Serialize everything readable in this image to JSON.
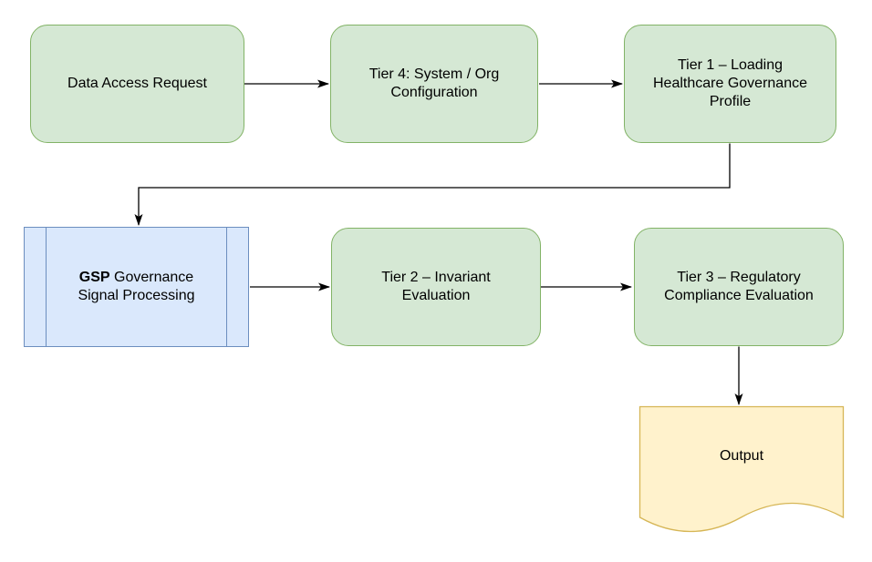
{
  "diagram": {
    "background_color": "#ffffff",
    "connector_color": "#000000",
    "colors": {
      "process_fill": "#d5e8d4",
      "process_border": "#82b366",
      "subroutine_fill": "#dae8fc",
      "subroutine_border": "#6c8ebf",
      "document_fill": "#fff2cc",
      "document_border": "#d6b656"
    },
    "nodes": {
      "request": {
        "shape": "rounded-rectangle",
        "label": "Data Access Request",
        "lines": [
          "Data Access Request"
        ]
      },
      "tier4": {
        "shape": "rounded-rectangle",
        "label": "Tier 4: System / Org Configuration",
        "lines": [
          "Tier 4: System / Org",
          "Configuration"
        ]
      },
      "tier1": {
        "shape": "rounded-rectangle",
        "label": "Tier 1 – Loading Healthcare Governance Profile",
        "lines": [
          "Tier 1 – Loading",
          "Healthcare Governance",
          "Profile"
        ]
      },
      "gsp": {
        "shape": "predefined-process",
        "label": "GSP Governance Signal Processing",
        "bold": "GSP",
        "line1_rest": "Governance",
        "line2": "Signal Processing"
      },
      "tier2": {
        "shape": "rounded-rectangle",
        "label": "Tier 2 – Invariant Evaluation",
        "lines": [
          "Tier 2 – Invariant",
          "Evaluation"
        ]
      },
      "tier3": {
        "shape": "rounded-rectangle",
        "label": "Tier 3 – Regulatory Compliance Evaluation",
        "lines": [
          "Tier 3 – Regulatory",
          "Compliance Evaluation"
        ]
      },
      "output": {
        "shape": "document",
        "label": "Output",
        "lines": [
          "Output"
        ]
      }
    },
    "edges": [
      {
        "from": "request",
        "to": "tier4",
        "style": "straight-arrow"
      },
      {
        "from": "tier4",
        "to": "tier1",
        "style": "straight-arrow"
      },
      {
        "from": "tier1",
        "to": "gsp",
        "style": "elbow-arrow"
      },
      {
        "from": "gsp",
        "to": "tier2",
        "style": "straight-arrow"
      },
      {
        "from": "tier2",
        "to": "tier3",
        "style": "straight-arrow"
      },
      {
        "from": "tier3",
        "to": "output",
        "style": "straight-arrow"
      }
    ]
  }
}
